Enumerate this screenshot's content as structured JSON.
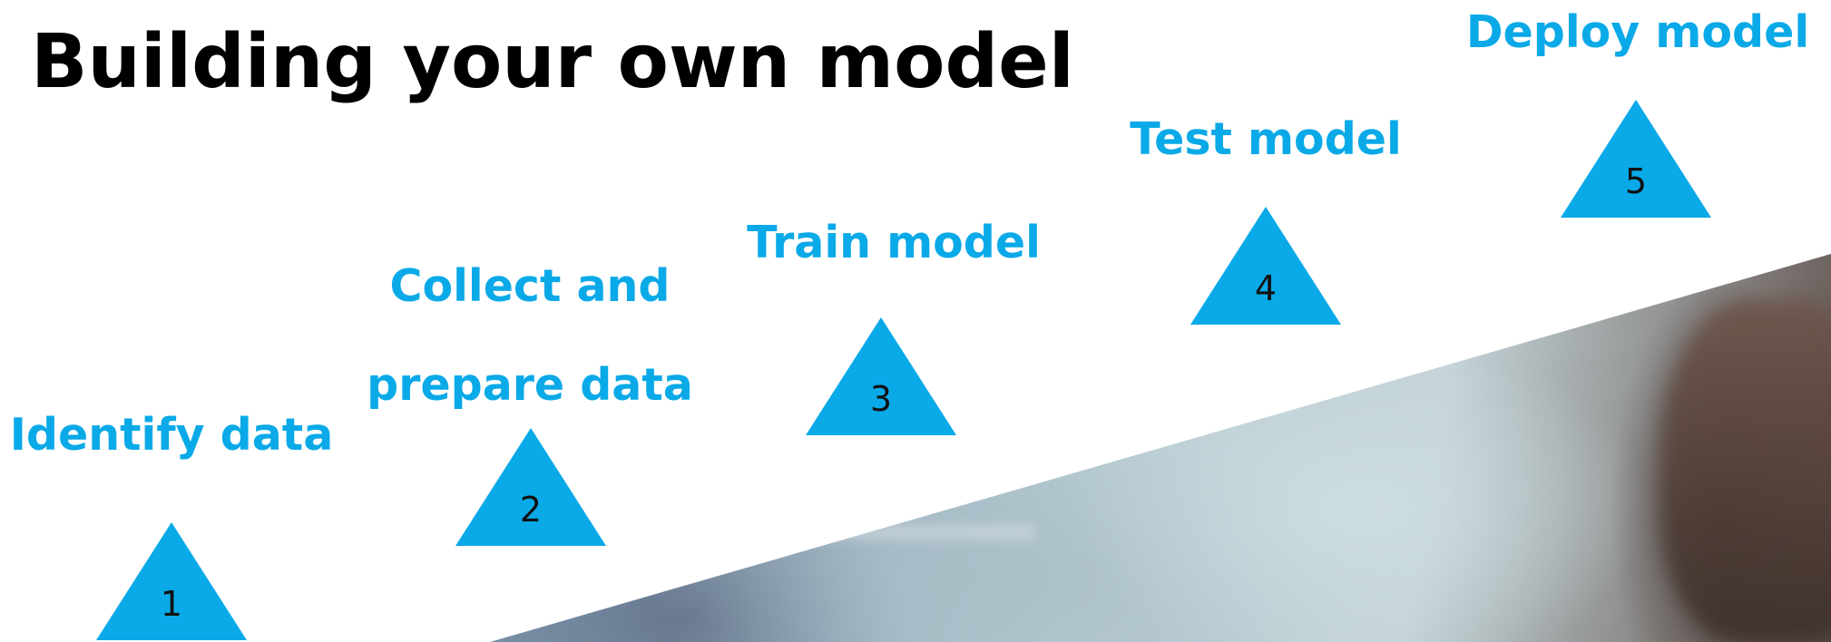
{
  "title": "Building your own model",
  "accent_color": "#0aa9e8",
  "triangle_color": "#0aa9e8",
  "steps": [
    {
      "number": "1",
      "label_lines": [
        "Identify data"
      ]
    },
    {
      "number": "2",
      "label_lines": [
        "Collect and",
        "prepare data"
      ]
    },
    {
      "number": "3",
      "label_lines": [
        "Train model"
      ]
    },
    {
      "number": "4",
      "label_lines": [
        "Test model"
      ]
    },
    {
      "number": "5",
      "label_lines": [
        "Deploy model"
      ]
    }
  ]
}
